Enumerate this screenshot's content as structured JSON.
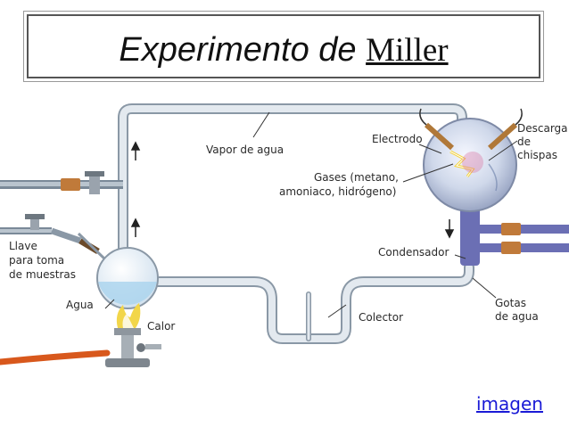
{
  "title": {
    "part1": "Experimento de",
    "part2": "Miller"
  },
  "labels": {
    "vapor": "Vapor de agua",
    "electrodo": "Electrodo",
    "descarga1": "Descarga",
    "descarga2": "de",
    "descarga3": "chispas",
    "gases1": "Gases (metano,",
    "gases2": "amoniaco, hidrógeno)",
    "condensador": "Condensador",
    "llave1": "Llave",
    "llave2": "para toma",
    "llave3": "de muestras",
    "agua": "Agua",
    "calor": "Calor",
    "colector": "Colector",
    "gotas1": "Gotas",
    "gotas2": "de agua"
  },
  "link": {
    "label": "imagen"
  },
  "colors": {
    "tube": "#dde4ea",
    "tube_edge": "#8a98a6",
    "rubber_hose": "#d8581c",
    "condenser": "#6b6fb4",
    "flame": "#f2d64a"
  }
}
